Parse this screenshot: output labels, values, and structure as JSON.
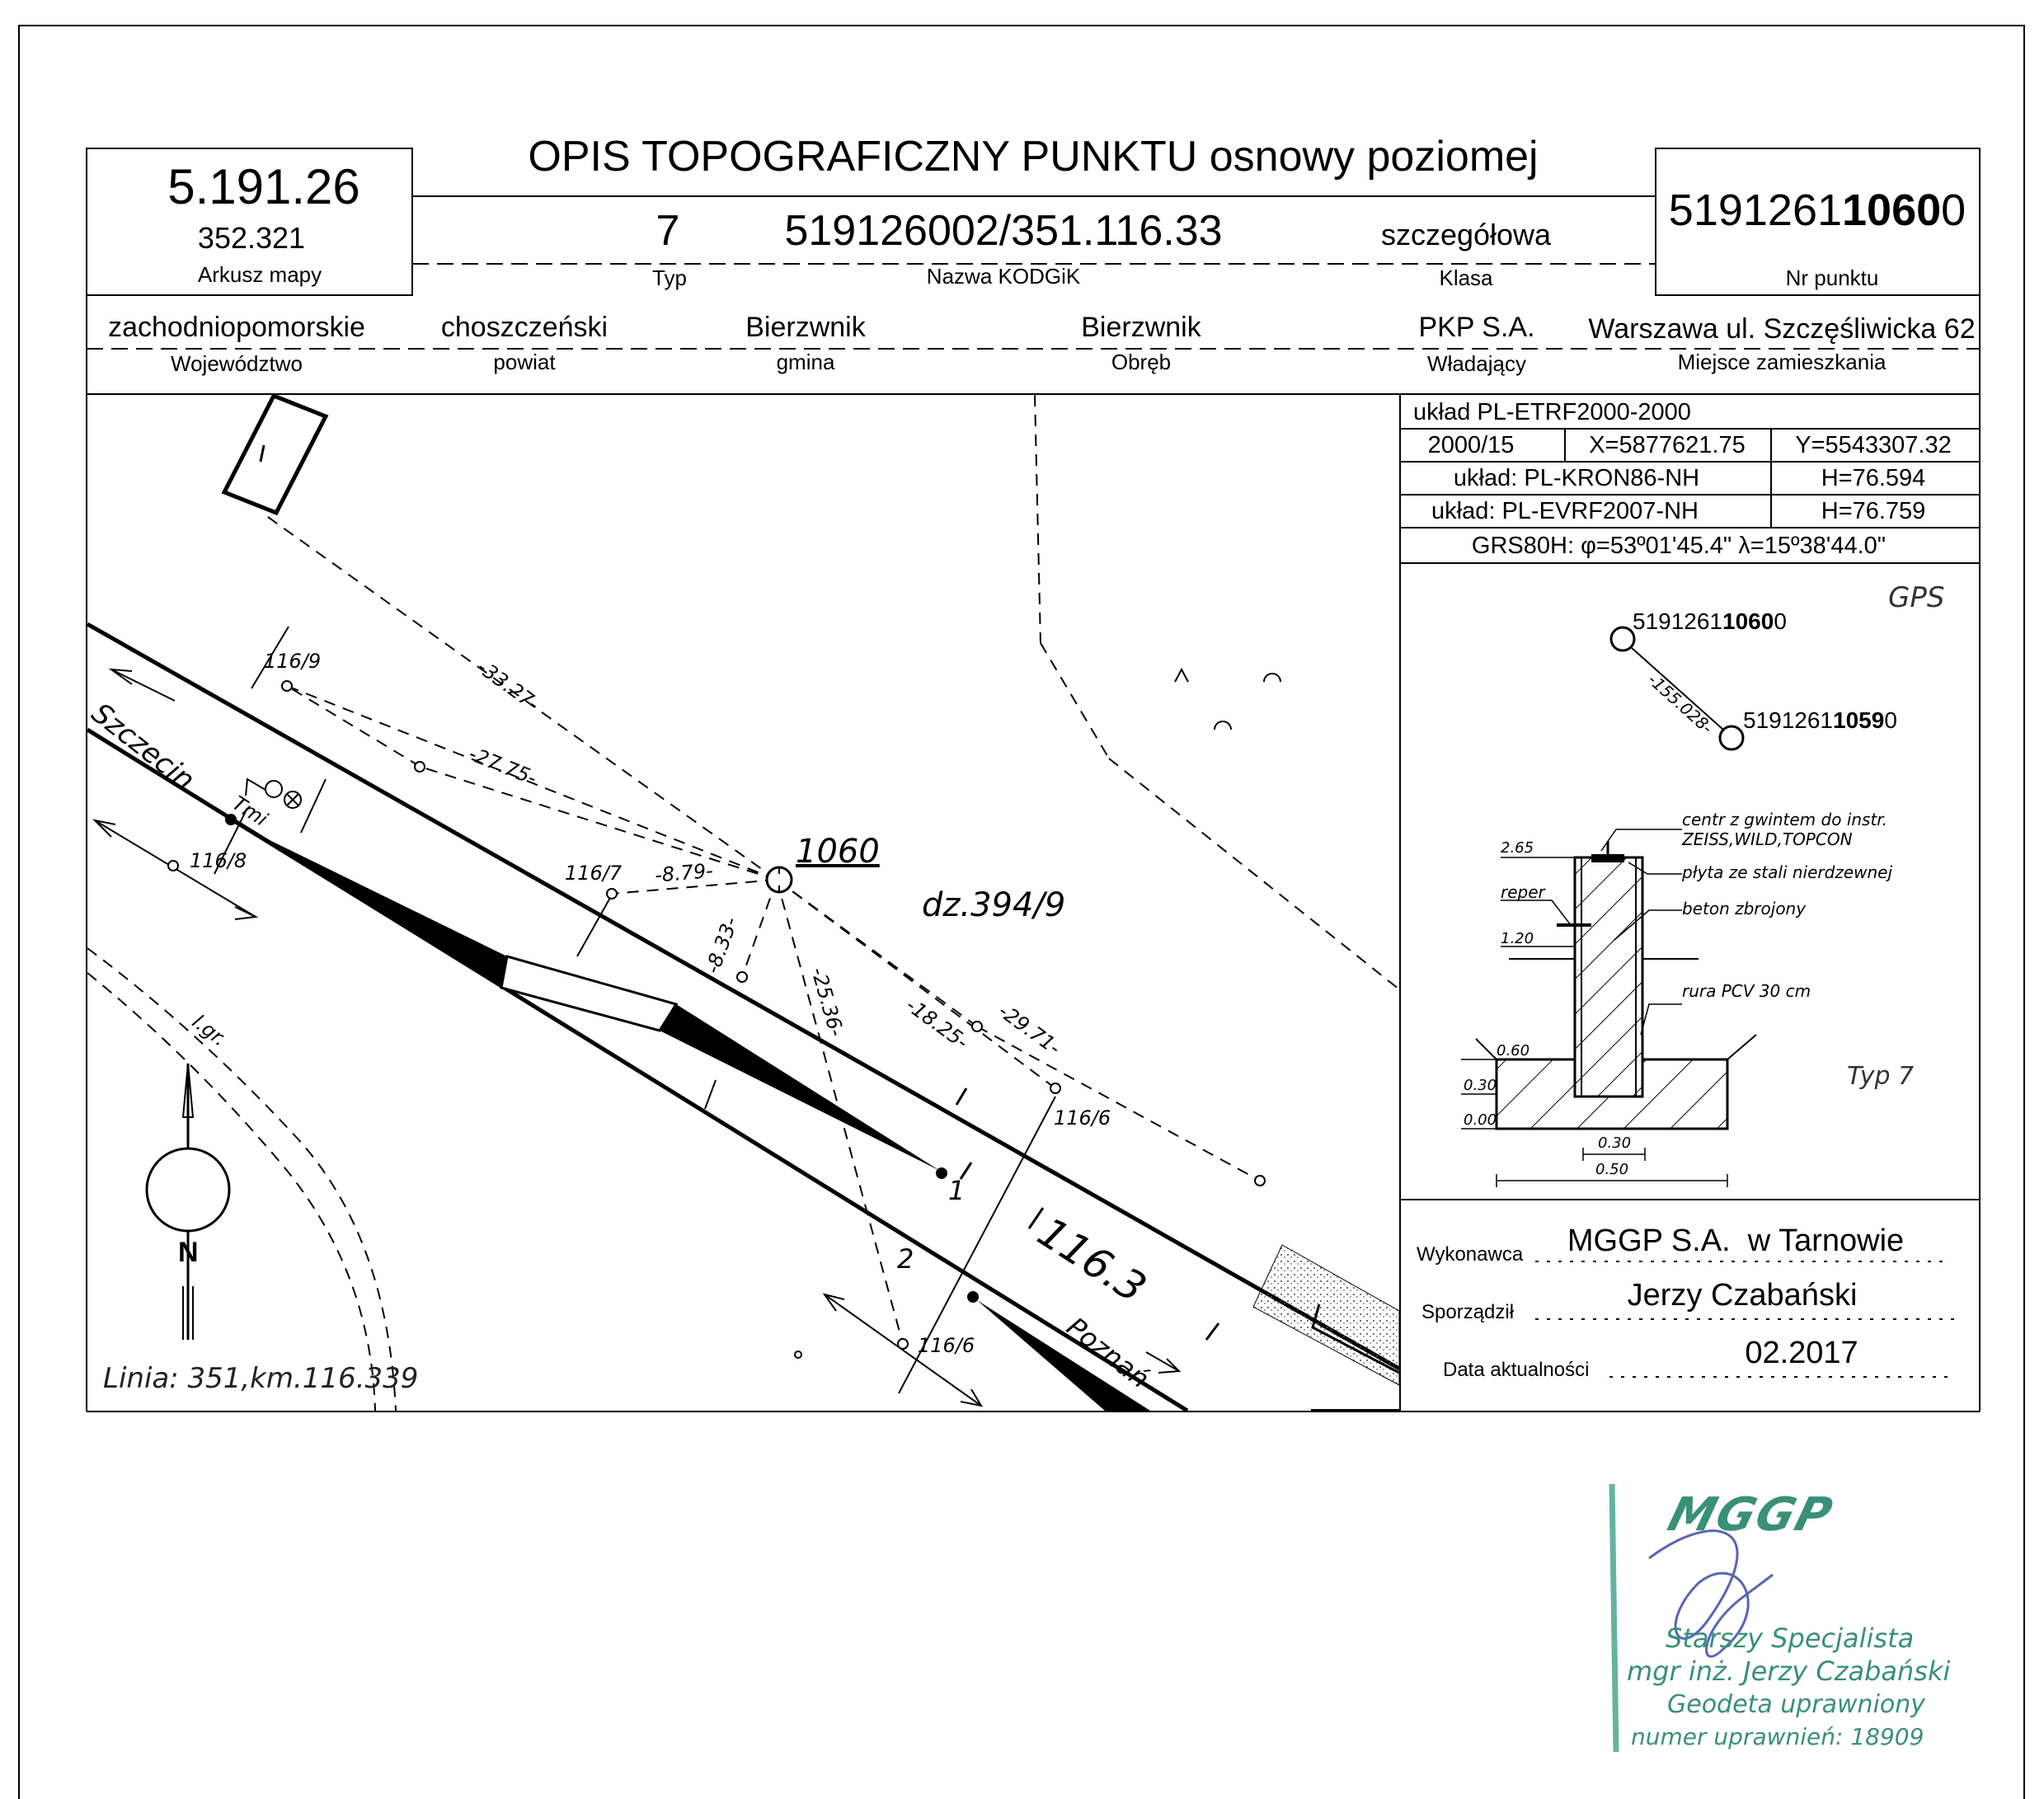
{
  "header": {
    "title": "OPIS TOPOGRAFICZNY PUNKTU osnowy poziomej",
    "sheet_number": "5.191.26",
    "sheet_sub": "352.321",
    "sheet_label": "Arkusz mapy",
    "type_value": "7",
    "type_label": "Typ",
    "kodgik_value": "519126002/351.116.33",
    "kodgik_label": "Nazwa KODGiK",
    "class_value": "szczegółowa",
    "class_label": "Klasa",
    "point_prefix": "5191261",
    "point_bold": "1060",
    "point_suffix": "0",
    "point_label": "Nr punktu"
  },
  "admin": {
    "voivodeship": "zachodniopomorskie",
    "voivodeship_label": "Województwo",
    "county": "choszczeński",
    "county_label": "powiat",
    "commune": "Bierzwnik",
    "commune_label": "gmina",
    "precinct": "Bierzwnik",
    "precinct_label": "Obręb",
    "owner": "PKP S.A.",
    "owner_label": "Władający",
    "residence": "Warszawa ul. Szczęśliwicka 62",
    "residence_label": "Miejsce zamieszkania"
  },
  "coords": {
    "system": "układ PL-ETRF2000-2000",
    "zone": "2000/15",
    "x": "X=5877621.75",
    "y": "Y=5543307.32",
    "h1_system": "układ: PL-KRON86-NH",
    "h1": "H=76.594",
    "h2_system": "układ: PL-EVRF2007-NH",
    "h2": "H=76.759",
    "grs": "GRS80H: φ=53º01'45.4\" λ=15º38'44.0\""
  },
  "gps_diagram": {
    "label": "GPS",
    "point_a_prefix": "5191261",
    "point_a_bold": "1060",
    "point_a_suffix": "0",
    "point_b_prefix": "5191261",
    "point_b_bold": "1059",
    "point_b_suffix": "0",
    "distance": "-155.028-"
  },
  "section_diagram": {
    "centr_1": "centr z gwintem do instr.",
    "centr_2": "ZEISS,WILD,TOPCON",
    "plate": "płyta ze stali nierdzewnej",
    "concrete": "beton zbrojony",
    "pipe": "rura PCV 30 cm",
    "reper": "reper",
    "h265": "2.65",
    "h120": "1.20",
    "h060": "0.60",
    "h030": "0.30",
    "h000": "0.00",
    "w030": "0.30",
    "w050": "0.50",
    "type": "Typ 7"
  },
  "map": {
    "point_id": "1060",
    "parcel": "dz.394/9",
    "line_label": "Linia: 351,km.116.339",
    "szczecin": "Szczecin",
    "poznan": "Poznań",
    "tmi": "Tmi",
    "km": "116.3",
    "track1": "1",
    "track2": "2",
    "lgr": "l.gr.",
    "north": "N",
    "labels": {
      "p116_9": "116/9",
      "p116_8": "116/8",
      "p116_7": "116/7",
      "p116_6a": "116/6",
      "p116_6b": "116/6",
      "d3327": "-33.27-",
      "d2775": "-27.75-",
      "d879": "-8.79-",
      "d833": "-8.33-",
      "d2536": "-25.36-",
      "d1825": "-18.25-",
      "d2971": "-29.71-"
    }
  },
  "footer": {
    "contractor_label": "Wykonawca",
    "contractor": "MGGP S.A.  w Tarnowie",
    "author_label": "Sporządził",
    "author": "Jerzy Czabański",
    "date_label": "Data aktualności",
    "date": "02.2017"
  },
  "stamp": {
    "logo": "MGGP",
    "line1": "Starszy Specjalista",
    "line2": "mgr inż. Jerzy Czabański",
    "line3": "Geodeta uprawniony",
    "line4": "numer uprawnień: 18909"
  }
}
